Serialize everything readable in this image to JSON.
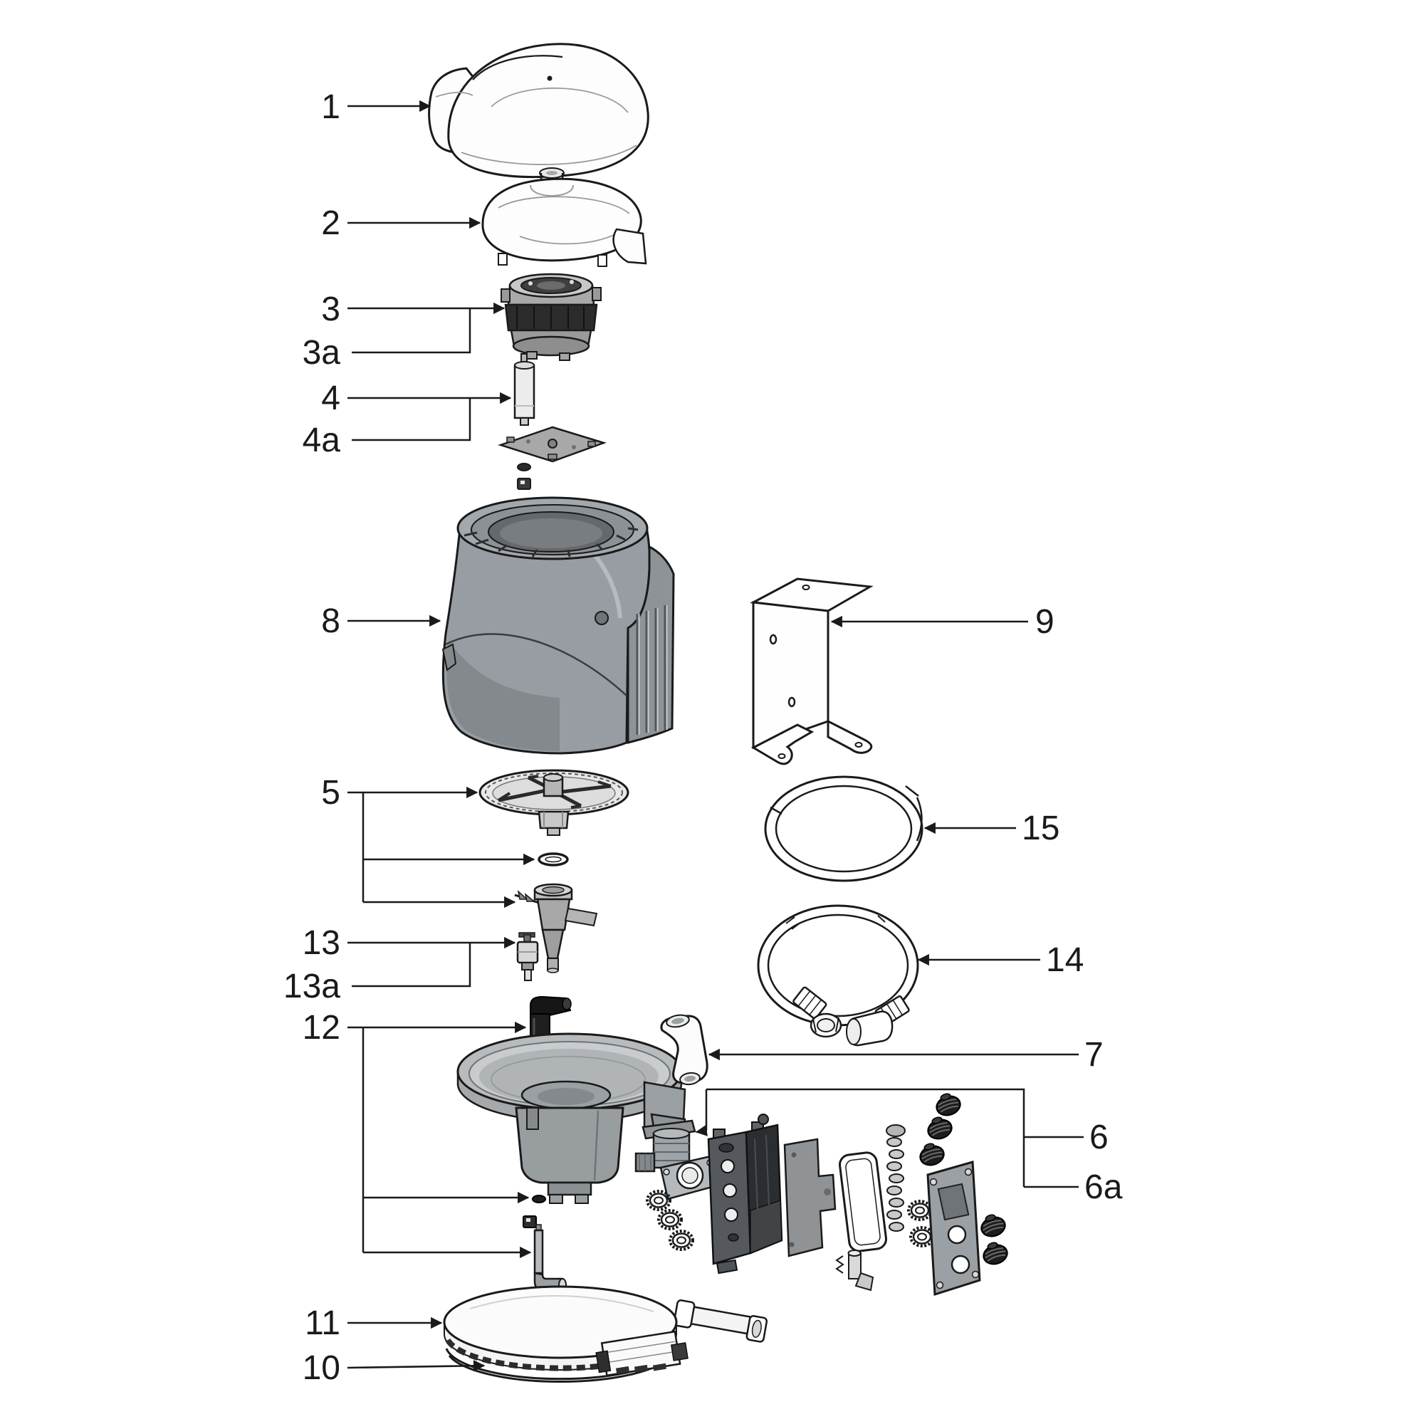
{
  "figure": {
    "kind": "exploded-parts-diagram",
    "background_color": "#ffffff",
    "line_color": "#1a1a1a",
    "palette": {
      "white_part": "#fdfdfd",
      "light_gray": "#c8ccce",
      "mid_gray": "#9aa0a4",
      "dark_gray": "#6f7478",
      "black_part": "#1f1f1f"
    }
  },
  "labels": {
    "p1": {
      "text": "1"
    },
    "p2": {
      "text": "2"
    },
    "p3": {
      "text": "3"
    },
    "p3a": {
      "text": "3a"
    },
    "p4": {
      "text": "4"
    },
    "p4a": {
      "text": "4a"
    },
    "p5": {
      "text": "5"
    },
    "p6": {
      "text": "6"
    },
    "p6a": {
      "text": "6a"
    },
    "p7": {
      "text": "7"
    },
    "p8": {
      "text": "8"
    },
    "p9": {
      "text": "9"
    },
    "p10": {
      "text": "10"
    },
    "p11": {
      "text": "11"
    },
    "p12": {
      "text": "12"
    },
    "p13": {
      "text": "13"
    },
    "p13a": {
      "text": "13a"
    },
    "p14": {
      "text": "14"
    },
    "p15": {
      "text": "15"
    }
  }
}
